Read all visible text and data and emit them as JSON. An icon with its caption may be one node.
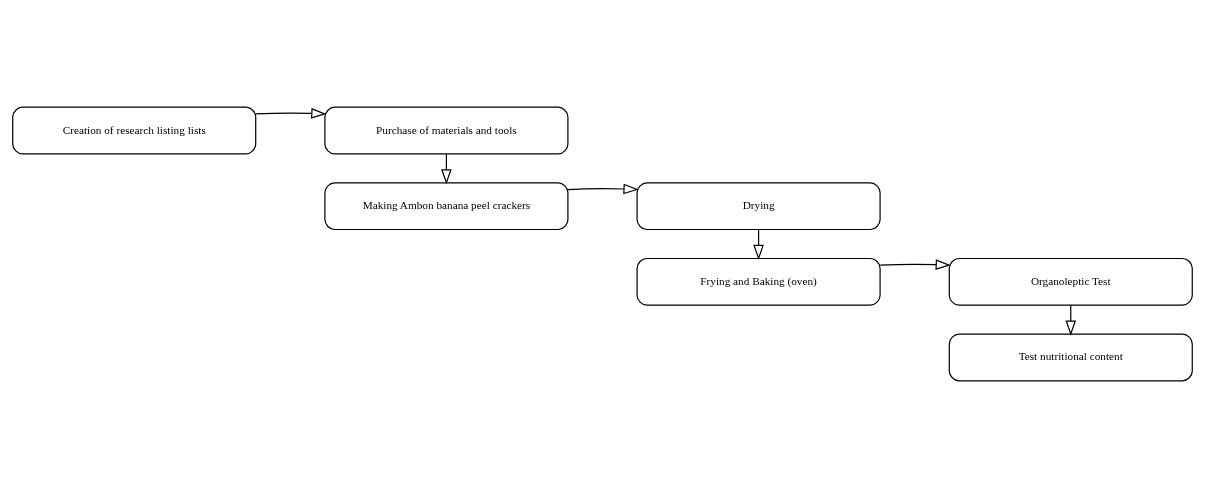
{
  "diagram": {
    "nodes": [
      {
        "text": [
          "Creation of research listing lists"
        ]
      },
      {
        "text": [
          "Purchase of materials and tools"
        ]
      },
      {
        "text": [
          "Making Ambon banana peel crackers"
        ]
      },
      {
        "text": [
          "Drying"
        ]
      },
      {
        "text": [
          "Frying and Baking (oven)"
        ]
      },
      {
        "text": [
          "Organoleptic Test"
        ]
      },
      {
        "text": [
          "Test nutritional content"
        ]
      }
    ],
    "edges": [
      {
        "from": 0,
        "to": 1,
        "arrow": "to"
      },
      {
        "from": 1,
        "to": 2,
        "arrow": "to"
      },
      {
        "from": 2,
        "to": 3,
        "arrow": "to"
      },
      {
        "from": 3,
        "to": 4,
        "arrow": "to"
      },
      {
        "from": 4,
        "to": 5,
        "arrow": "to"
      },
      {
        "from": 5,
        "to": 6,
        "arrow": "to"
      }
    ]
  }
}
